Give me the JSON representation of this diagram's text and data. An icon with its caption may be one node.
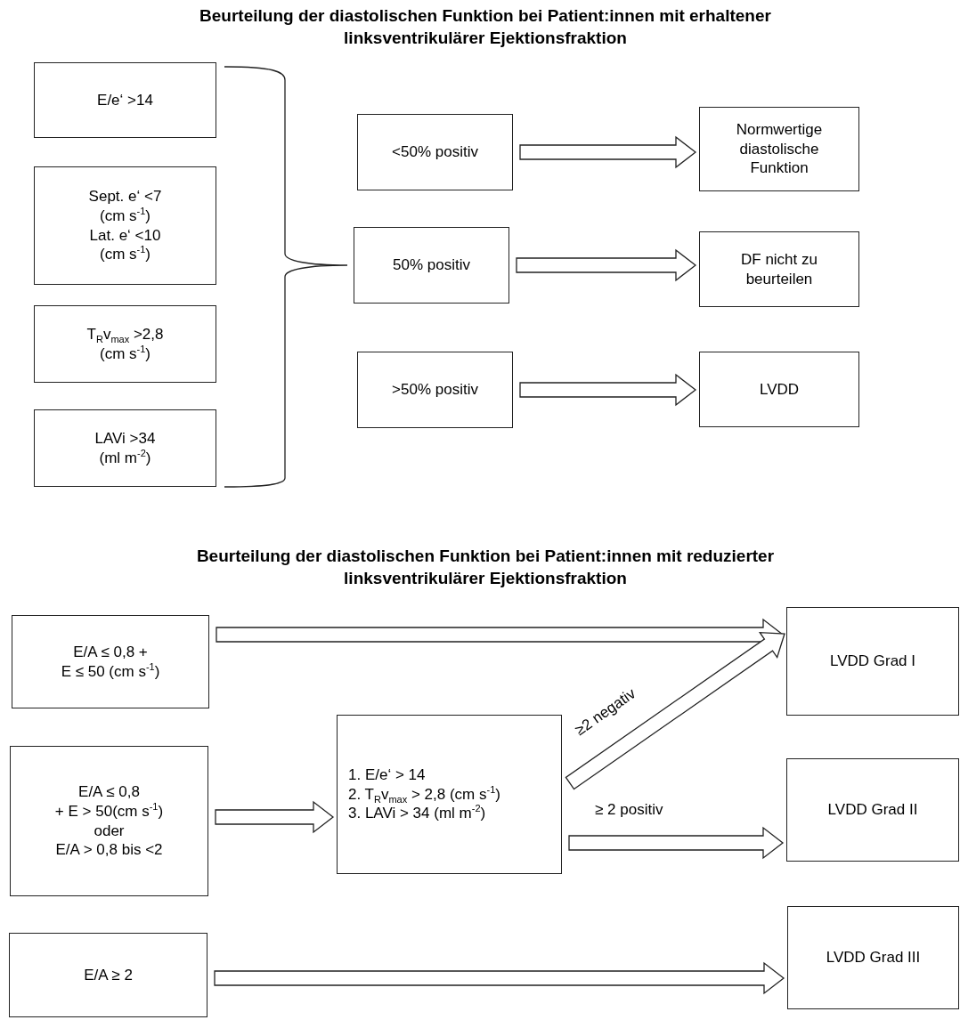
{
  "diagram": {
    "title": "Beurteilung der diastolischen Funktion bei Patient:innen mit erhaltener linksventrikulärer Ejektionsfraktion",
    "nodes": [
      {
        "text": [
          "E/e‘ >14"
        ]
      },
      {
        "text": [
          "Sept. e‘ <7 (cm s$^{-1}$)",
          "Lat. e‘ <10 (cm s$^{-1}$)"
        ]
      },
      {
        "text": [
          "T$_{R}$v$_{max}$ >2,8 (cm s$^{-1}$)"
        ]
      },
      {
        "text": [
          "LAVi >34 (ml m$^{-2}$)"
        ]
      },
      {
        "text": [
          "<50% positiv"
        ]
      },
      {
        "text": [
          "50% positiv"
        ]
      },
      {
        "text": [
          ">50% positiv"
        ]
      },
      {
        "text": [
          "Normwertige diastolische Funktion"
        ]
      },
      {
        "text": [
          "DF nicht zu beurteilen"
        ]
      },
      {
        "text": [
          "LVDD"
        ]
      },
      {
        "text": [
          "E/A ≤ 0,8 +",
          "E ≤ 50 (cm s$^{-1}$)"
        ]
      },
      {
        "text": [
          "E/A ≤ 0,8",
          "+ E > 50(cm s$^{-1}$)",
          "oder",
          "E/A > 0,8 bis <2"
        ]
      },
      {
        "text": [
          "E/A ≥ 2"
        ]
      },
      {
        "text": [
          "1. E/e‘ > 14",
          "2. T$_{R}$v$_{max}$ > 2,8 (cm s$^{-1}$)",
          "3. LAVi > 34 (ml m$^{-2}$)"
        ]
      },
      {
        "text": [
          "LVDD Grad I"
        ]
      },
      {
        "text": [
          "LVDD Grad II"
        ]
      },
      {
        "text": [
          "LVDD Grad III"
        ]
      }
    ],
    "edges": [
      {
        "from": 4,
        "to": 7,
        "arrow": "to"
      },
      {
        "from": 5,
        "to": 8,
        "arrow": "to"
      },
      {
        "from": 6,
        "to": 9,
        "arrow": "to"
      },
      {
        "from": 10,
        "to": 14,
        "arrow": "to"
      },
      {
        "from": 11,
        "to": 13,
        "arrow": "to"
      },
      {
        "from": 13,
        "to": 14,
        "arrow": "to",
        "label": "≥2 negativ"
      },
      {
        "from": 13,
        "to": 15,
        "arrow": "to",
        "label": "≥ 2 positiv"
      },
      {
        "from": 12,
        "to": 16,
        "arrow": "to"
      }
    ],
    "labels": [
      "Beurteilung der diastolischen Funktion bei Patient:innen mit reduzierter linksventrikulärer Ejektionsfraktion"
    ]
  }
}
